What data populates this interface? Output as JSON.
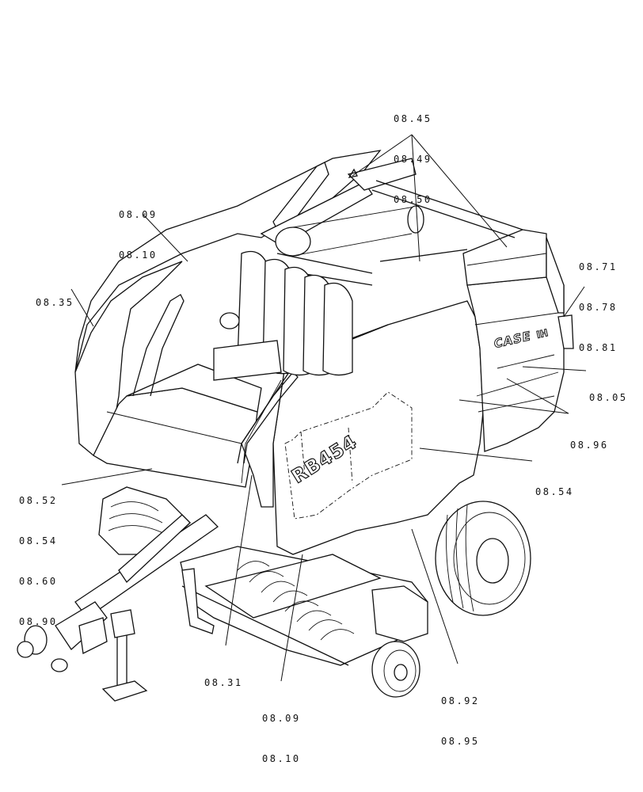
{
  "callouts": {
    "c_top": [
      "08.45",
      "08.49",
      "08.50"
    ],
    "c_hood": [
      "08.09",
      "08.10"
    ],
    "c_left": [
      "08.35"
    ],
    "c_right_top": [
      "08.71",
      "08.78",
      "08.81"
    ],
    "c_0805": [
      "08.05"
    ],
    "c_0896": [
      "08.96"
    ],
    "c_0854": [
      "08.54"
    ],
    "c_left_mid": [
      "08.52",
      "08.54",
      "08.60",
      "08.90"
    ],
    "c_0831": [
      "08.31"
    ],
    "c_bottom_mid": [
      "08.09",
      "08.10"
    ],
    "c_0892": [
      "08.92",
      "08.95"
    ]
  },
  "decals": {
    "brand": "CASE",
    "brand_mark": "IH",
    "model": "RB454"
  }
}
